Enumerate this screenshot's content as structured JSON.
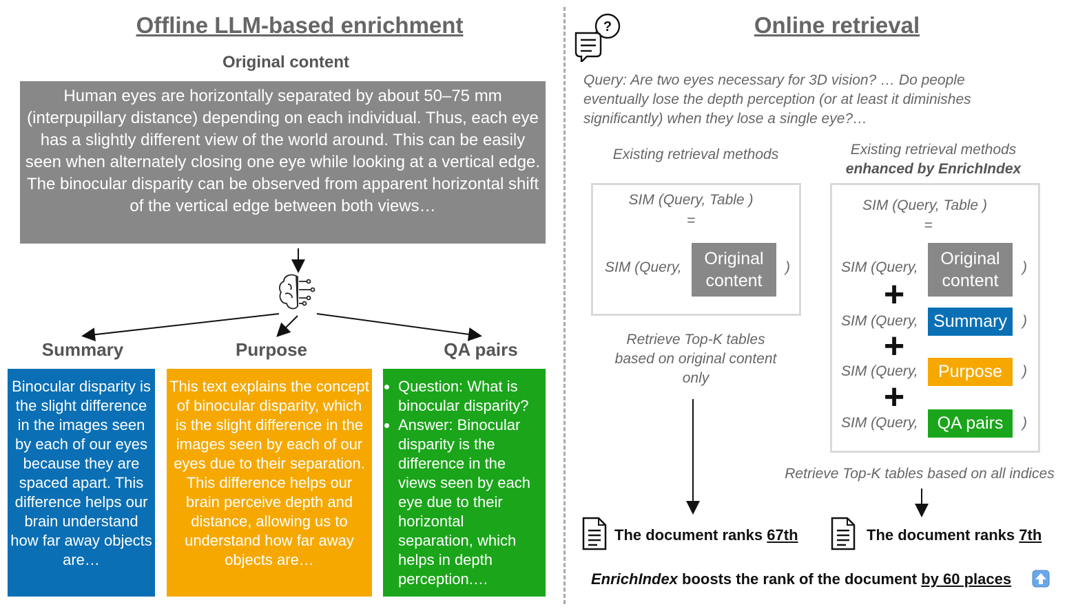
{
  "left": {
    "title": "Offline LLM-based enrichment",
    "original_label": "Original content",
    "original_text": "Human eyes are horizontally separated by about 50–75 mm (interpupillary distance) depending on each individual. Thus, each eye has a slightly different view of the world around. This can be easily seen when alternately closing one eye while looking at a vertical edge. The binocular disparity can be observed from apparent horizontal shift of the vertical edge between both views…",
    "summary_label": "Summary",
    "purpose_label": "Purpose",
    "qa_label": "QA pairs",
    "summary_text": "Binocular disparity is the slight difference in the images seen by each of our eyes because they are spaced apart. This difference helps our brain understand how far away objects are…",
    "purpose_text": "This text explains the concept of binocular disparity, which is the slight difference in the images seen by each of our eyes due to their separation. This difference helps our brain perceive depth and distance, allowing us to understand how far away objects are…",
    "qa_question": "Question: What is binocular disparity?",
    "qa_answer": "Answer: Binocular disparity is the difference in the views seen by each eye due to their horizontal separation, which helps in depth perception.…"
  },
  "right": {
    "title": "Online retrieval",
    "query": "Query: Are two eyes necessary for 3D vision? … Do people eventually lose the depth perception (or at least it diminishes significantly) when they lose a single eye?…",
    "existing_label": "Existing retrieval methods",
    "enhanced_label_1": "Existing retrieval methods",
    "enhanced_label_2": "enhanced by EnrichIndex",
    "sim_table": "SIM (Query, Table )",
    "equals": "=",
    "sim_query": "SIM (Query,",
    "close_paren": ")",
    "original_content": "Original content",
    "summary": "Summary",
    "purpose": "Purpose",
    "qa_pairs": "QA pairs",
    "plus": "+",
    "retrieve_original": "Retrieve Top-K tables based on original content only",
    "retrieve_all": "Retrieve Top-K tables based on all indices",
    "rank_prefix": "The document ranks",
    "rank_left": "67th",
    "rank_right": "7th",
    "boost_name": "EnrichIndex",
    "boost_mid": "boosts the rank of the document",
    "boost_places": "by 60 places"
  },
  "colors": {
    "summary": "#0a6fb5",
    "purpose": "#f6a800",
    "qa": "#1aa51a",
    "original": "#888888"
  },
  "icons": [
    "brain-circuit-icon",
    "question-chat-icon",
    "document-icon",
    "up-arrow-icon"
  ]
}
